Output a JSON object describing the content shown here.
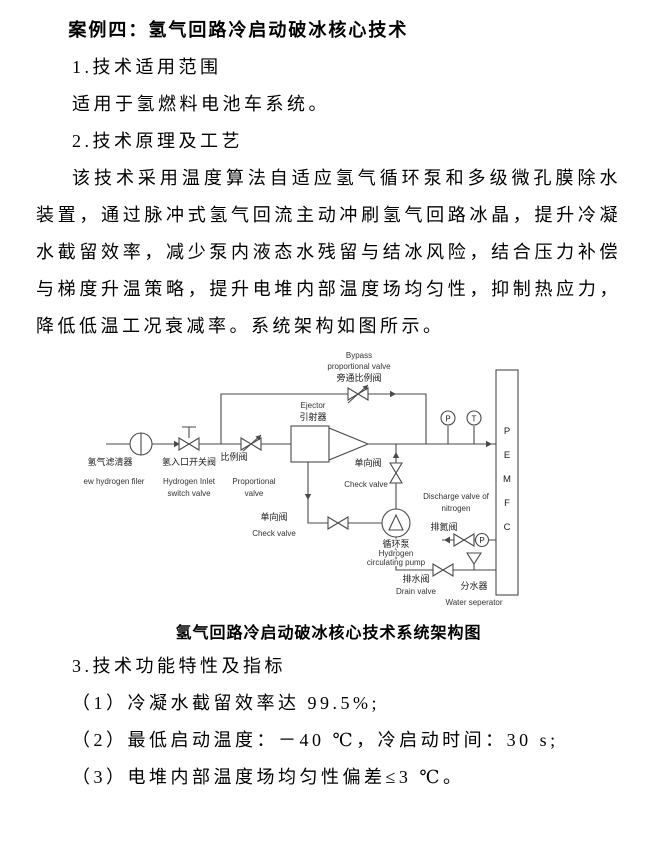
{
  "doc": {
    "title": "案例四：氢气回路冷启动破冰核心技术",
    "section1": {
      "heading": "1.技术适用范围",
      "body": "适用于氢燃料电池车系统。"
    },
    "section2": {
      "heading": "2.技术原理及工艺",
      "body": "该技术采用温度算法自适应氢气循环泵和多级微孔膜除水装置，通过脉冲式氢气回流主动冲刷氢气回路冰晶，提升冷凝水截留效率，减少泵内液态水残留与结冰风险，结合压力补偿与梯度升温策略，提升电堆内部温度场均匀性，抑制热应力，降低低温工况衰减率。系统架构如图所示。"
    },
    "figure_caption": "氢气回路冷启动破冰核心技术系统架构图",
    "section3": {
      "heading": "3.技术功能特性及指标",
      "items": [
        "（1）冷凝水截留效率达 99.5%;",
        "（2）最低启动温度：－40 ℃，冷启动时间：30 s;",
        "（3）电堆内部温度场均匀性偏差≤3 ℃。"
      ]
    }
  },
  "diagram": {
    "filter": {
      "zh": "氢气滤清器",
      "en": "ew hydrogen filer"
    },
    "inlet_valve": {
      "zh": "氢入口开关阀",
      "en1": "Hydrogen Inlet",
      "en2": "switch valve"
    },
    "proportional_valve": {
      "zh": "比例阀",
      "en1": "Proportional",
      "en2": "valve"
    },
    "bypass_valve": {
      "en1": "Bypass",
      "en2": "proportional valve",
      "zh": "旁通比例阀"
    },
    "ejector": {
      "en": "Ejector",
      "zh": "引射器"
    },
    "check_valve_lower": {
      "zh": "单向阀",
      "en": "Check valve"
    },
    "check_valve_upper": {
      "zh": "单向阀",
      "en": "Check valve"
    },
    "pump": {
      "zh": "循环泵",
      "en1": "Hydrogen",
      "en2": "circulating pump"
    },
    "nitrogen_valve": {
      "en1": "Discharge valve of",
      "en2": "nitrogen",
      "zh": "排氮阀"
    },
    "drain_valve": {
      "zh": "排水阀",
      "en": "Drain valve"
    },
    "separator": {
      "zh": "分水器",
      "en": "Water seperator"
    },
    "stack": {
      "l1": "P",
      "l2": "E",
      "l3": "M",
      "l4": "F",
      "l5": "C"
    },
    "sensors": {
      "p": "P",
      "t": "T"
    }
  }
}
